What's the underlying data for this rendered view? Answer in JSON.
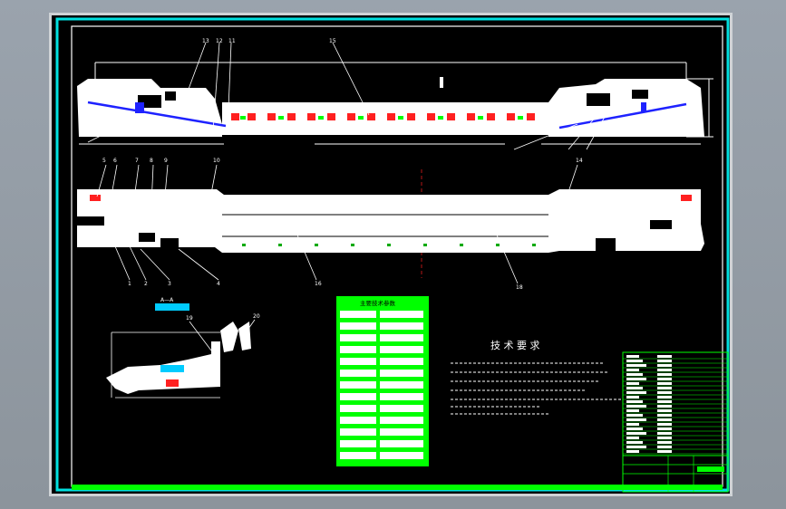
{
  "drawing": {
    "title_tech": "技 术 要 求",
    "params_title": "主要技术参数",
    "param_rows": 13,
    "bom_rows": 22,
    "callouts_top": [
      "13",
      "12",
      "11",
      "15"
    ],
    "callouts_mid": [
      "5",
      "6",
      "7",
      "8",
      "9",
      "10",
      "14"
    ],
    "callouts_bottom": [
      "1",
      "2",
      "3",
      "4",
      "16",
      "18"
    ],
    "detail_label": "A—A",
    "detail_callouts": [
      "19",
      "20"
    ]
  },
  "colors": {
    "frame": "#00e0e0",
    "green": "#00ff00",
    "red": "#ff2020",
    "blue": "#1e22ff",
    "cyan": "#00ffff"
  }
}
